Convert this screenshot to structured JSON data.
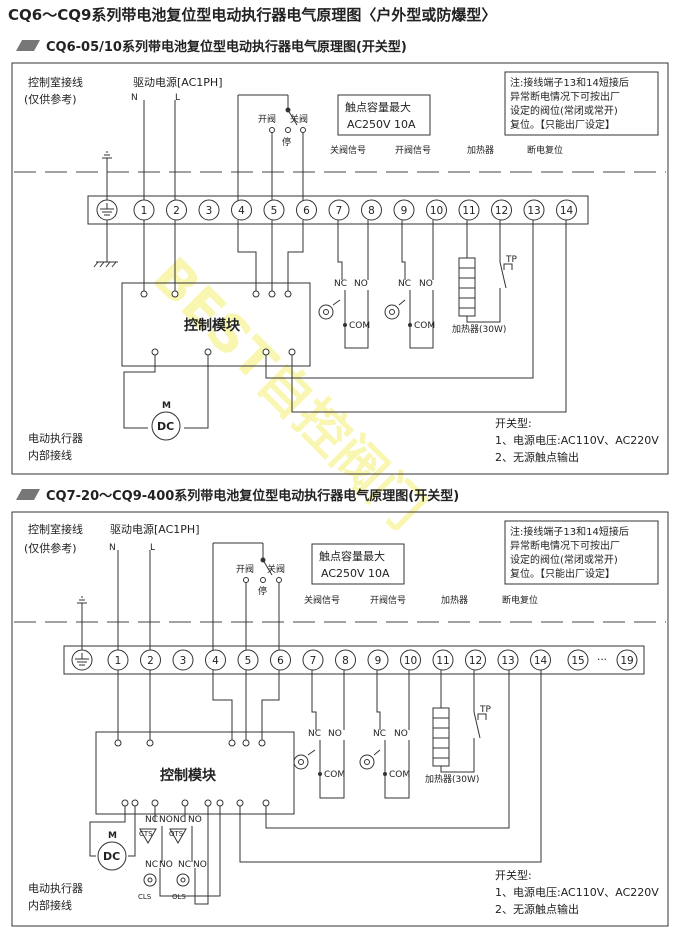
{
  "title": "CQ6～CQ9系列带电池复位型电动执行器电气原理图〈户外型或防爆型〉",
  "watermark": "BEST自控阀门",
  "terminal_numbers": [
    "1",
    "2",
    "3",
    "4",
    "5",
    "6",
    "7",
    "8",
    "9",
    "10",
    "11",
    "12",
    "13",
    "14"
  ],
  "terminal_numbers_extra": [
    "15",
    "19"
  ],
  "ellipsis": "···",
  "section1": {
    "heading": "CQ6-05/10系列带电池复位型电动执行器电气原理图(开关型)",
    "control_room": "控制室接线",
    "ref_only": "(仅供参考)",
    "power": "驱动电源[AC1PH]",
    "n": "N",
    "l": "L",
    "open_valve": "开阀",
    "close_valve": "关阀",
    "stop": "停",
    "contact_title": "触点容量最大",
    "contact_value": "AC250V 10A",
    "note_lines": [
      "注:接线端子13和14短接后",
      "异常断电情况下可按出厂",
      "设定的阀位(常闭或常开)",
      "复位。【只能出厂设定】"
    ],
    "sig_close": "关阀信号",
    "sig_open": "开阀信号",
    "heater": "加热器",
    "power_reset": "断电复位",
    "nc": "NC",
    "no": "NO",
    "com": "COM",
    "tp": "TP",
    "heater_30w": "加热器(30W)",
    "module": "控制模块",
    "motor_m": "M",
    "motor_dc": "DC",
    "switch_type": "开关型:",
    "switch_line1": "1、电源电压:AC110V、AC220V",
    "switch_line2": "2、无源触点输出",
    "internal1": "电动执行器",
    "internal2": "内部接线"
  },
  "section2": {
    "heading": "CQ7-20～CQ9-400系列带电池复位型电动执行器电气原理图(开关型)",
    "cts": "CTS",
    "ots": "OTS",
    "cls": "CLS",
    "ols": "OLS"
  }
}
